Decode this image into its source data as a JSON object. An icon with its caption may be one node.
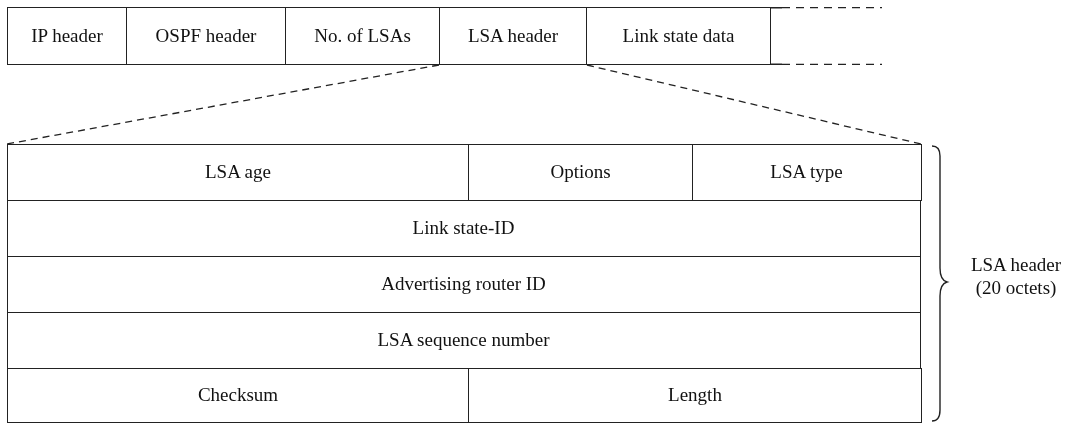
{
  "diagram": {
    "nodes": [
      {
        "text": [
          "IP header"
        ]
      },
      {
        "text": [
          "OSPF header"
        ]
      },
      {
        "text": [
          "No. of LSAs"
        ]
      },
      {
        "text": [
          "LSA header"
        ]
      },
      {
        "text": [
          "Link state data"
        ]
      },
      {
        "text": [],
        "shape": "box",
        "beside": [
          "LSA header (20 octets)"
        ]
      },
      {
        "text": [
          "LSA age"
        ],
        "in": 5
      },
      {
        "text": [
          "Options"
        ],
        "in": 5
      },
      {
        "text": [
          "LSA type"
        ],
        "in": 5
      },
      {
        "text": [
          "Link state-ID"
        ],
        "in": 5
      },
      {
        "text": [
          "Advertising router ID"
        ],
        "in": 5
      },
      {
        "text": [
          "LSA sequence number"
        ],
        "in": 5
      },
      {
        "text": [
          "Checksum"
        ],
        "in": 5
      },
      {
        "text": [
          "Length"
        ],
        "in": 5
      }
    ],
    "edges": [
      {
        "from": 3,
        "to": 5,
        "arrow": "none",
        "style": "dashed"
      },
      {
        "from": 3,
        "to": 5,
        "arrow": "none",
        "style": "dashed"
      }
    ]
  }
}
